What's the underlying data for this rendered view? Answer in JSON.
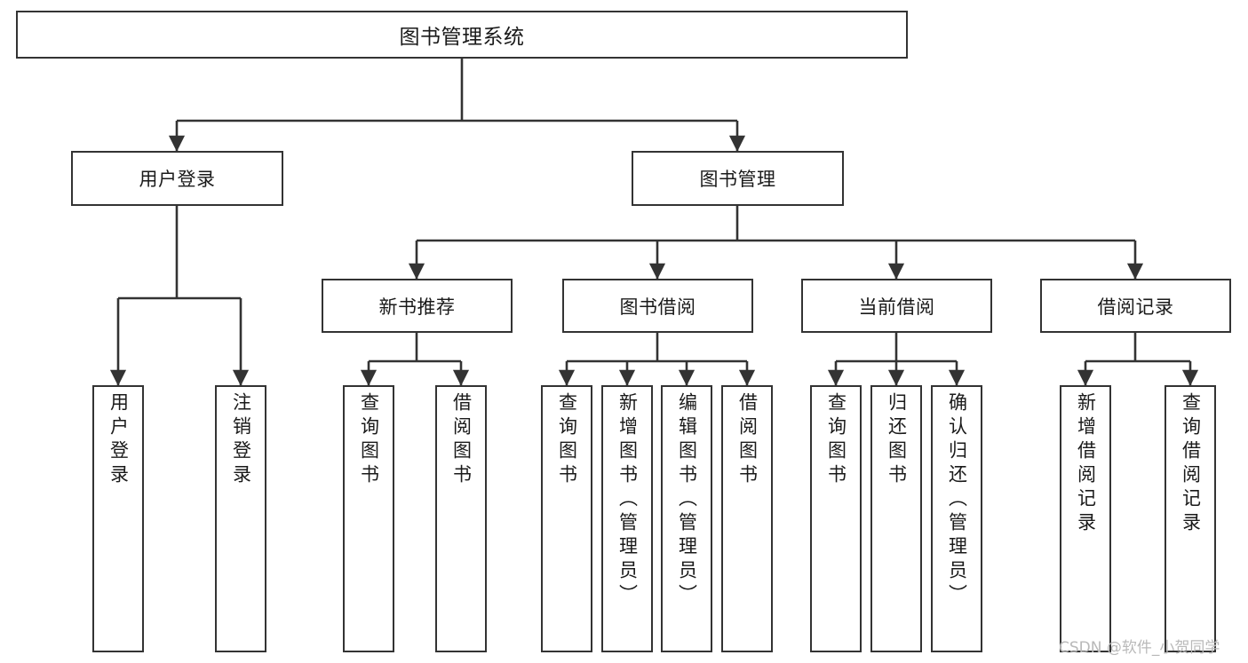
{
  "diagram": {
    "title": "图书管理系统",
    "type": "tree-hierarchy-diagram",
    "background": "#ffffff",
    "line_color": "#333333",
    "box_border_color": "#333333",
    "box_fill_color": "#ffffff",
    "text_color": "#1a1a1a"
  },
  "watermark": {
    "text": "CSDN @软件_小贺同学",
    "color": "#b9b9b9"
  },
  "nodes": {
    "root": {
      "label": "图书管理系统"
    },
    "level1": [
      {
        "label": "用户登录"
      },
      {
        "label": "图书管理"
      }
    ],
    "level2": [
      {
        "label": "新书推荐"
      },
      {
        "label": "图书借阅"
      },
      {
        "label": "当前借阅"
      },
      {
        "label": "借阅记录"
      }
    ],
    "leaves": {
      "user_login": [
        {
          "label": "用户登录"
        },
        {
          "label": "注销登录"
        }
      ],
      "new_book_recommend": [
        {
          "label": "查询图书"
        },
        {
          "label": "借阅图书"
        }
      ],
      "book_borrow": [
        {
          "label": "查询图书"
        },
        {
          "label": "新增图书（管理员）"
        },
        {
          "label": "编辑图书（管理员）"
        },
        {
          "label": "借阅图书"
        }
      ],
      "current_borrow": [
        {
          "label": "查询图书"
        },
        {
          "label": "归还图书"
        },
        {
          "label": "确认归还（管理员）"
        }
      ],
      "borrow_record": [
        {
          "label": "新增借阅记录"
        },
        {
          "label": "查询借阅记录"
        }
      ]
    }
  }
}
